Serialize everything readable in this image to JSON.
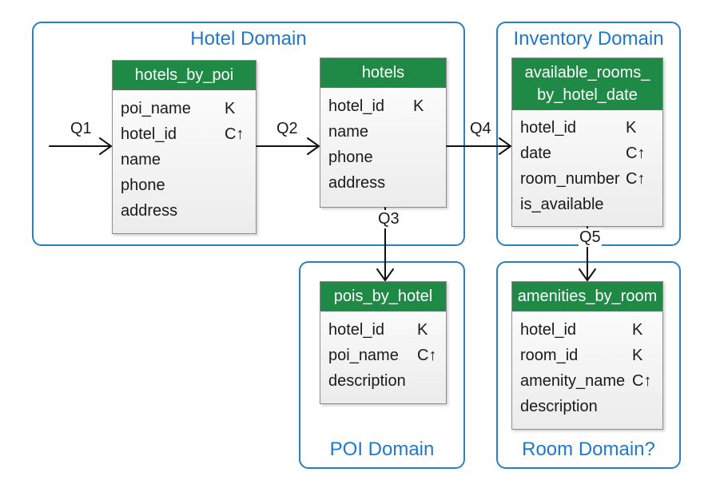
{
  "domains": {
    "hotel": "Hotel Domain",
    "inventory": "Inventory Domain",
    "poi": "POI Domain",
    "room": "Room Domain?"
  },
  "tables": {
    "hotels_by_poi": {
      "name": "hotels_by_poi",
      "columns": [
        {
          "name": "poi_name",
          "key": "K"
        },
        {
          "name": "hotel_id",
          "key": "C↑"
        },
        {
          "name": "name",
          "key": ""
        },
        {
          "name": "phone",
          "key": ""
        },
        {
          "name": "address",
          "key": ""
        }
      ]
    },
    "hotels": {
      "name": "hotels",
      "columns": [
        {
          "name": "hotel_id",
          "key": "K"
        },
        {
          "name": "name",
          "key": ""
        },
        {
          "name": "phone",
          "key": ""
        },
        {
          "name": "address",
          "key": ""
        }
      ]
    },
    "available_rooms": {
      "name_line1": "available_rooms_",
      "name_line2": "by_hotel_date",
      "columns": [
        {
          "name": "hotel_id",
          "key": "K"
        },
        {
          "name": "date",
          "key": "C↑"
        },
        {
          "name": "room_number",
          "key": "C↑"
        },
        {
          "name": "is_available",
          "key": ""
        }
      ]
    },
    "pois_by_hotel": {
      "name": "pois_by_hotel",
      "columns": [
        {
          "name": "hotel_id",
          "key": "K"
        },
        {
          "name": "poi_name",
          "key": "C↑"
        },
        {
          "name": "description",
          "key": ""
        }
      ]
    },
    "amenities_by_room": {
      "name": "amenities_by_room",
      "columns": [
        {
          "name": "hotel_id",
          "key": "K"
        },
        {
          "name": "room_id",
          "key": "K"
        },
        {
          "name": "amenity_name",
          "key": "C↑"
        },
        {
          "name": "description",
          "key": ""
        }
      ]
    }
  },
  "queries": {
    "q1": "Q1",
    "q2": "Q2",
    "q3": "Q3",
    "q4": "Q4",
    "q5": "Q5"
  },
  "colors": {
    "domain_border": "#2a7fc1",
    "domain_title": "#1f78c8",
    "table_header": "#1e8a45"
  }
}
